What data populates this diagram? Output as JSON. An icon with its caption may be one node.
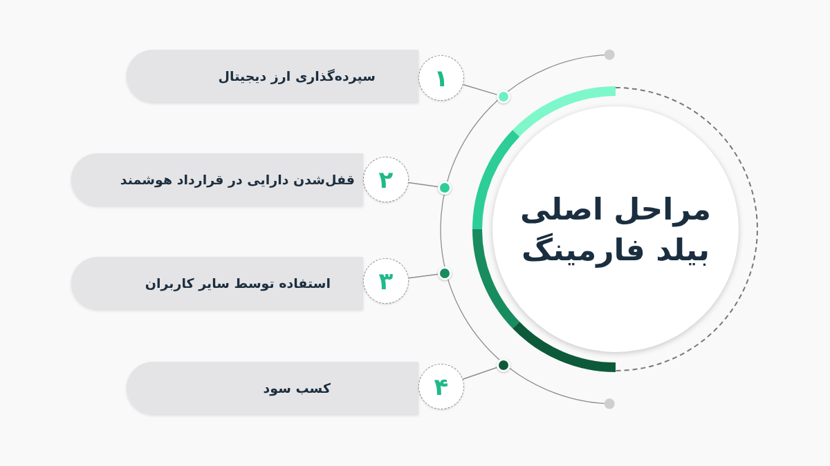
{
  "diagram": {
    "nodes": [
      {
        "text": [
          "مراحل اصلی بیلد فارمینگ"
        ]
      },
      {
        "text": [
          "سپرده‌گذاری ارز دیجیتال"
        ]
      },
      {
        "text": [
          "۱"
        ]
      },
      {
        "text": [
          "قفل‌شدن دارایی در قرارداد هوشمند"
        ]
      },
      {
        "text": [
          "۲"
        ]
      },
      {
        "text": [
          "استفاده توسط سایر کاربران"
        ]
      },
      {
        "text": [
          "۳"
        ]
      },
      {
        "text": [
          "کسب سود"
        ]
      },
      {
        "text": [
          "۴"
        ]
      },
      {
        "text": [],
        "shape": "circle"
      },
      {
        "text": [],
        "shape": "circle"
      },
      {
        "text": [],
        "shape": "circle"
      },
      {
        "text": [],
        "shape": "circle"
      }
    ],
    "edges": [
      {
        "from": 2,
        "to": 9,
        "arrow": "none"
      },
      {
        "from": 4,
        "to": 10,
        "arrow": "none"
      },
      {
        "from": 6,
        "to": 11,
        "arrow": "none"
      },
      {
        "from": 8,
        "to": 12,
        "arrow": "none"
      }
    ]
  }
}
